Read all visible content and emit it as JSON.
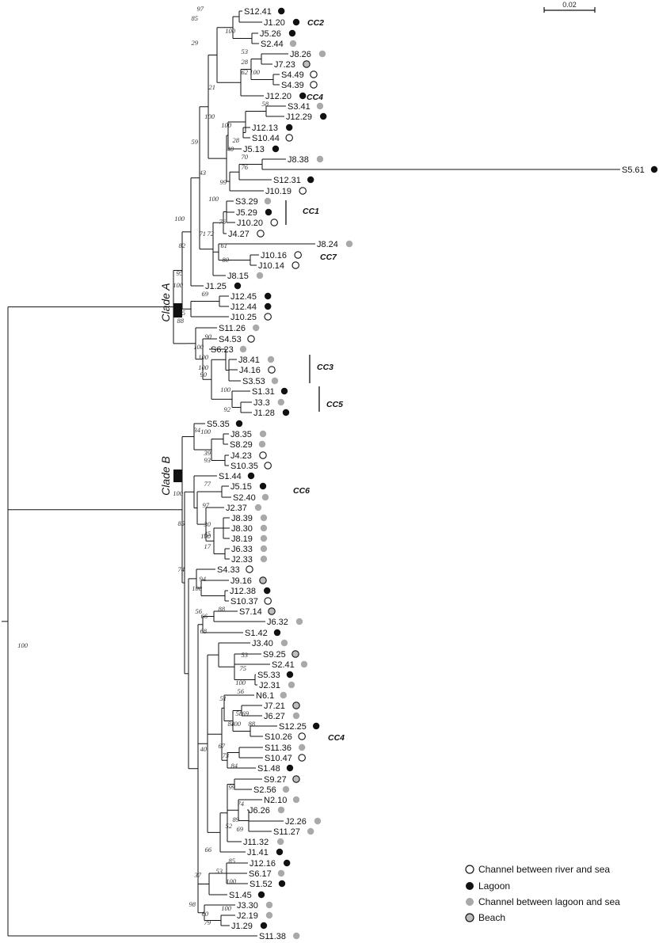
{
  "colors": {
    "channel_river_sea": "#ffffff",
    "lagoon": "#111111",
    "channel_lagoon_sea": "#a9a9a9",
    "beach": "#bdbdbd",
    "outline": "#111111"
  },
  "scale_bar": {
    "label": "0.02"
  },
  "root_support": "100",
  "clades": [
    {
      "key": "A",
      "label": "Clade  A"
    },
    {
      "key": "B",
      "label": "Clade  B"
    }
  ],
  "legend": [
    {
      "key": "channel_river_sea",
      "label": "Channel between river and sea"
    },
    {
      "key": "lagoon",
      "label": "Lagoon"
    },
    {
      "key": "channel_lagoon_sea",
      "label": "Channel between lagoon and sea"
    },
    {
      "key": "beach",
      "label": "Beach"
    }
  ],
  "cc_labels": [
    "CC2",
    "CC4",
    "CC1",
    "CC7",
    "CC3",
    "CC5",
    "CC6",
    "CC4"
  ],
  "support_values": [
    "97",
    "85",
    "100",
    "29",
    "53",
    "28",
    "62",
    "100",
    "21",
    "58",
    "100",
    "100",
    "28",
    "59",
    "48",
    "70",
    "76",
    "43",
    "99",
    "100",
    "76",
    "71",
    "61",
    "80",
    "100",
    "72",
    "82",
    "95",
    "100",
    "69",
    "85",
    "88",
    "90",
    "100",
    "100",
    "90",
    "100",
    "100",
    "92",
    "34",
    "100",
    "39",
    "93",
    "100",
    "77",
    "97",
    "30",
    "45",
    "100",
    "17",
    "85",
    "74",
    "94",
    "100",
    "56",
    "88",
    "66",
    "68",
    "53",
    "75",
    "100",
    "56",
    "58",
    "100",
    "69",
    "88",
    "84",
    "51",
    "67",
    "84",
    "73",
    "40",
    "99",
    "74",
    "89",
    "69",
    "52",
    "66",
    "85",
    "53",
    "100",
    "37",
    "98",
    "60",
    "79",
    "100"
  ],
  "tips": [
    {
      "label": "S12.41",
      "habitat": "lagoon"
    },
    {
      "label": "J1.20",
      "habitat": "lagoon"
    },
    {
      "label": "J5.26",
      "habitat": "lagoon"
    },
    {
      "label": "S2.44",
      "habitat": "channel_lagoon_sea"
    },
    {
      "label": "J8.26",
      "habitat": "channel_lagoon_sea"
    },
    {
      "label": "J7.23",
      "habitat": "beach"
    },
    {
      "label": "S4.49",
      "habitat": "channel_river_sea"
    },
    {
      "label": "S4.39",
      "habitat": "channel_river_sea"
    },
    {
      "label": "J12.20",
      "habitat": "lagoon"
    },
    {
      "label": "S3.41",
      "habitat": "channel_lagoon_sea"
    },
    {
      "label": "J12.29",
      "habitat": "lagoon"
    },
    {
      "label": "J12.13",
      "habitat": "lagoon"
    },
    {
      "label": "S10.44",
      "habitat": "channel_river_sea"
    },
    {
      "label": "J5.13",
      "habitat": "lagoon"
    },
    {
      "label": "J8.38",
      "habitat": "channel_lagoon_sea"
    },
    {
      "label": "S5.61",
      "habitat": "lagoon"
    },
    {
      "label": "S12.31",
      "habitat": "lagoon"
    },
    {
      "label": "J10.19",
      "habitat": "channel_river_sea"
    },
    {
      "label": "S3.29",
      "habitat": "channel_lagoon_sea"
    },
    {
      "label": "J5.29",
      "habitat": "lagoon"
    },
    {
      "label": "J10.20",
      "habitat": "channel_river_sea"
    },
    {
      "label": "J4.27",
      "habitat": "channel_river_sea"
    },
    {
      "label": "J8.24",
      "habitat": "channel_lagoon_sea"
    },
    {
      "label": "J10.16",
      "habitat": "channel_river_sea"
    },
    {
      "label": "J10.14",
      "habitat": "channel_river_sea"
    },
    {
      "label": "J8.15",
      "habitat": "channel_lagoon_sea"
    },
    {
      "label": "J1.25",
      "habitat": "lagoon"
    },
    {
      "label": "J12.45",
      "habitat": "lagoon"
    },
    {
      "label": "J12.44",
      "habitat": "lagoon"
    },
    {
      "label": "J10.25",
      "habitat": "channel_river_sea"
    },
    {
      "label": "S11.26",
      "habitat": "channel_lagoon_sea"
    },
    {
      "label": "S4.53",
      "habitat": "channel_river_sea"
    },
    {
      "label": "S6.23",
      "habitat": "channel_lagoon_sea"
    },
    {
      "label": "J8.41",
      "habitat": "channel_lagoon_sea"
    },
    {
      "label": "J4.16",
      "habitat": "channel_river_sea"
    },
    {
      "label": "S3.53",
      "habitat": "channel_lagoon_sea"
    },
    {
      "label": "S1.31",
      "habitat": "lagoon"
    },
    {
      "label": "J3.3",
      "habitat": "channel_lagoon_sea"
    },
    {
      "label": "J1.28",
      "habitat": "lagoon"
    },
    {
      "label": "S5.35",
      "habitat": "lagoon"
    },
    {
      "label": "J8.35",
      "habitat": "channel_lagoon_sea"
    },
    {
      "label": "S8.29",
      "habitat": "channel_lagoon_sea"
    },
    {
      "label": "J4.23",
      "habitat": "channel_river_sea"
    },
    {
      "label": "S10.35",
      "habitat": "channel_river_sea"
    },
    {
      "label": "S1.44",
      "habitat": "lagoon"
    },
    {
      "label": "J5.15",
      "habitat": "lagoon"
    },
    {
      "label": "S2.40",
      "habitat": "channel_lagoon_sea"
    },
    {
      "label": "J2.37",
      "habitat": "channel_lagoon_sea"
    },
    {
      "label": "J8.39",
      "habitat": "channel_lagoon_sea"
    },
    {
      "label": "J8.30",
      "habitat": "channel_lagoon_sea"
    },
    {
      "label": "J8.19",
      "habitat": "channel_lagoon_sea"
    },
    {
      "label": "J6.33",
      "habitat": "channel_lagoon_sea"
    },
    {
      "label": "J2.33",
      "habitat": "channel_lagoon_sea"
    },
    {
      "label": "S4.33",
      "habitat": "channel_river_sea"
    },
    {
      "label": "J9.16",
      "habitat": "beach"
    },
    {
      "label": "J12.38",
      "habitat": "lagoon"
    },
    {
      "label": "S10.37",
      "habitat": "channel_river_sea"
    },
    {
      "label": "S7.14",
      "habitat": "beach"
    },
    {
      "label": "J6.32",
      "habitat": "channel_lagoon_sea"
    },
    {
      "label": "S1.42",
      "habitat": "lagoon"
    },
    {
      "label": "J3.40",
      "habitat": "channel_lagoon_sea"
    },
    {
      "label": "S9.25",
      "habitat": "beach"
    },
    {
      "label": "S2.41",
      "habitat": "channel_lagoon_sea"
    },
    {
      "label": "S5.33",
      "habitat": "lagoon"
    },
    {
      "label": "J2.31",
      "habitat": "channel_lagoon_sea"
    },
    {
      "label": "N6.1",
      "habitat": "channel_lagoon_sea"
    },
    {
      "label": "J7.21",
      "habitat": "beach"
    },
    {
      "label": "J6.27",
      "habitat": "channel_lagoon_sea"
    },
    {
      "label": "S12.25",
      "habitat": "lagoon"
    },
    {
      "label": "S10.26",
      "habitat": "channel_river_sea"
    },
    {
      "label": "S11.36",
      "habitat": "channel_lagoon_sea"
    },
    {
      "label": "S10.47",
      "habitat": "channel_river_sea"
    },
    {
      "label": "S1.48",
      "habitat": "lagoon"
    },
    {
      "label": "S9.27",
      "habitat": "beach"
    },
    {
      "label": "S2.56",
      "habitat": "channel_lagoon_sea"
    },
    {
      "label": "N2.10",
      "habitat": "channel_lagoon_sea"
    },
    {
      "label": "J6.26",
      "habitat": "channel_lagoon_sea"
    },
    {
      "label": "J2.26",
      "habitat": "channel_lagoon_sea"
    },
    {
      "label": "S11.27",
      "habitat": "channel_lagoon_sea"
    },
    {
      "label": "J11.32",
      "habitat": "channel_lagoon_sea"
    },
    {
      "label": "J1.41",
      "habitat": "lagoon"
    },
    {
      "label": "J12.16",
      "habitat": "lagoon"
    },
    {
      "label": "S6.17",
      "habitat": "channel_lagoon_sea"
    },
    {
      "label": "S1.52",
      "habitat": "lagoon"
    },
    {
      "label": "S1.45",
      "habitat": "lagoon"
    },
    {
      "label": "J3.30",
      "habitat": "channel_lagoon_sea"
    },
    {
      "label": "J2.19",
      "habitat": "channel_lagoon_sea"
    },
    {
      "label": "J1.29",
      "habitat": "lagoon"
    },
    {
      "label": "S11.38",
      "habitat": "channel_lagoon_sea"
    }
  ]
}
